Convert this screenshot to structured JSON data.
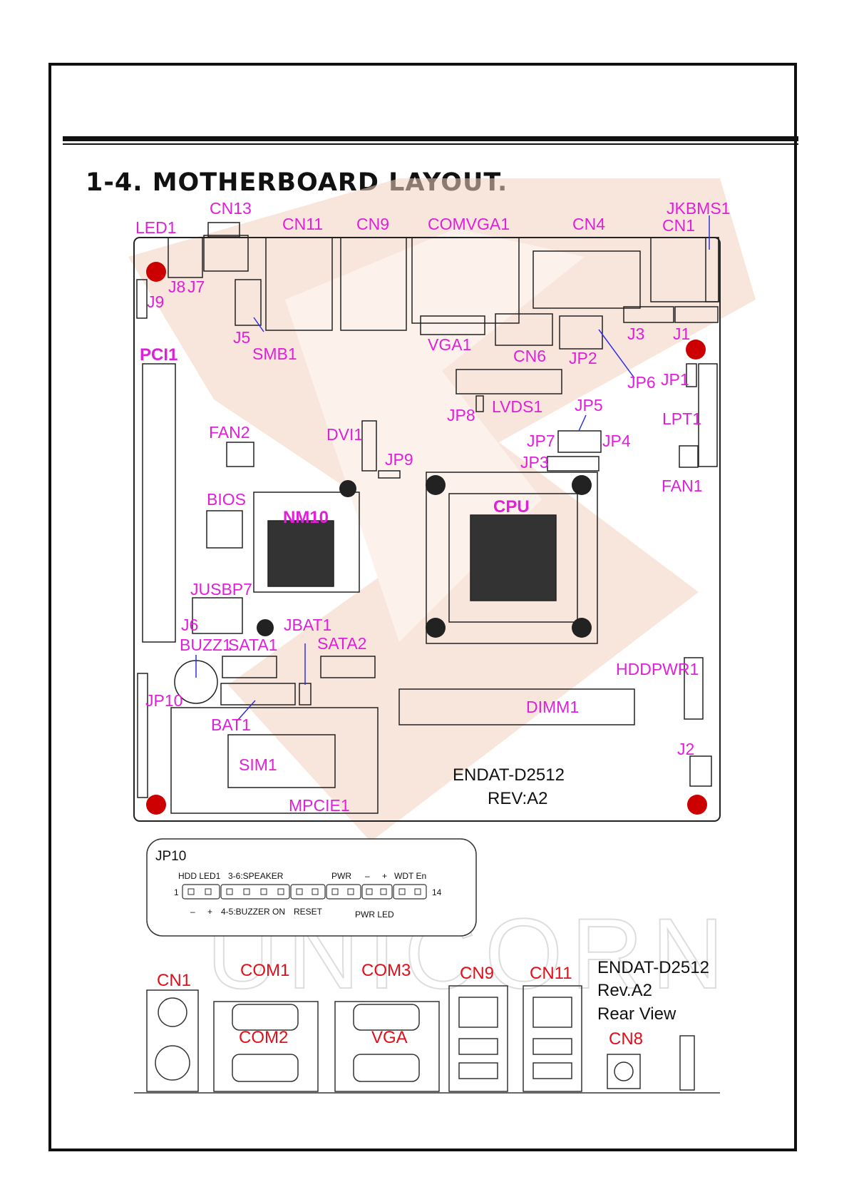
{
  "heading": "1-4. MOTHERBOARD LAYOUT.",
  "watermark": "UNICORN",
  "board": {
    "labels": {
      "led1": "LED1",
      "cn13": "CN13",
      "cn11": "CN11",
      "cn9": "CN9",
      "comvga1": "COMVGA1",
      "cn4": "CN4",
      "jkbms1": "JKBMS1",
      "cn1": "CN1",
      "j8": "J8",
      "j7": "J7",
      "j9": "J9",
      "j5": "J5",
      "smb1": "SMB1",
      "vga1": "VGA1",
      "cn6": "CN6",
      "jp2": "JP2",
      "j3": "J3",
      "j1": "J1",
      "jp6": "JP6",
      "jp1": "JP1",
      "pci1": "PCI1",
      "jp8": "JP8",
      "lvds1": "LVDS1",
      "jp5": "JP5",
      "lpt1": "LPT1",
      "fan2": "FAN2",
      "dvi1": "DVI1",
      "jp9": "JP9",
      "jp7": "JP7",
      "jp4": "JP4",
      "jp3": "JP3",
      "fan1": "FAN1",
      "bios": "BIOS",
      "nm10": "NM10",
      "cpu": "CPU",
      "jusbp7": "JUSBP7",
      "j6": "J6",
      "jbat1": "JBAT1",
      "buzz1": "BUZZ1",
      "sata1": "SATA1",
      "sata2": "SATA2",
      "hddpwr1": "HDDPWR1",
      "jp10": "JP10",
      "dimm1": "DIMM1",
      "bat1": "BAT1",
      "sim1": "SIM1",
      "j2": "J2",
      "mpcie1": "MPCIE1"
    },
    "model": "ENDAT-D2512",
    "rev": "REV:A2"
  },
  "jp10_detail": {
    "title": "JP10",
    "top": {
      "hdd_led1": "HDD LED1",
      "speaker": "3-6:SPEAKER",
      "pwr": "PWR",
      "minus": "–",
      "plus": "+",
      "wdt_en": "WDT En"
    },
    "bottom": {
      "minus": "–",
      "plus": "+",
      "buzzer": "4-5:BUZZER ON",
      "reset": "RESET",
      "pwr_led": "PWR LED"
    },
    "pin_start": "1",
    "pin_end": "14"
  },
  "rear_view": {
    "labels": {
      "cn1": "CN1",
      "com1": "COM1",
      "com3": "COM3",
      "cn9": "CN9",
      "cn11": "CN11",
      "com2": "COM2",
      "vga": "VGA",
      "cn8": "CN8"
    },
    "caption": [
      "ENDAT-D2512",
      "Rev.A2",
      "Rear View"
    ]
  },
  "colors": {
    "label_magenta": "#e020d8",
    "label_red": "#e0101a",
    "ink": "#111111",
    "callout_blue": "#3030e0",
    "watermark_red": "#f3d2c0"
  }
}
